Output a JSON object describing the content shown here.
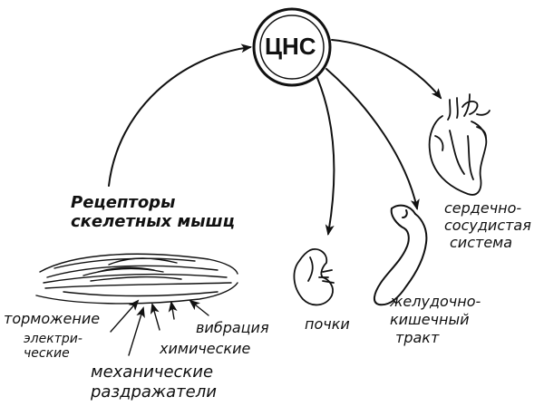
{
  "cns": {
    "label": "ЦНС"
  },
  "receptors": {
    "line1": "Рецепторы",
    "line2": "скелетных мышц"
  },
  "stimuli": {
    "inhibition": "торможение",
    "electric_line1": "электри-",
    "electric_line2": "ческие",
    "chemical": "химические",
    "vibration": "вибрация",
    "mechanical": "механические",
    "irritants": "раздражатели"
  },
  "kidneys": {
    "label": "почки"
  },
  "gi": {
    "line1": "желудочно-",
    "line2": "кишечный",
    "line3": "тракт"
  },
  "cardio": {
    "line1": "сердечно-",
    "line2": "сосудистая",
    "line3": "система"
  },
  "colors": {
    "ink": "#111111",
    "background": "#ffffff"
  }
}
